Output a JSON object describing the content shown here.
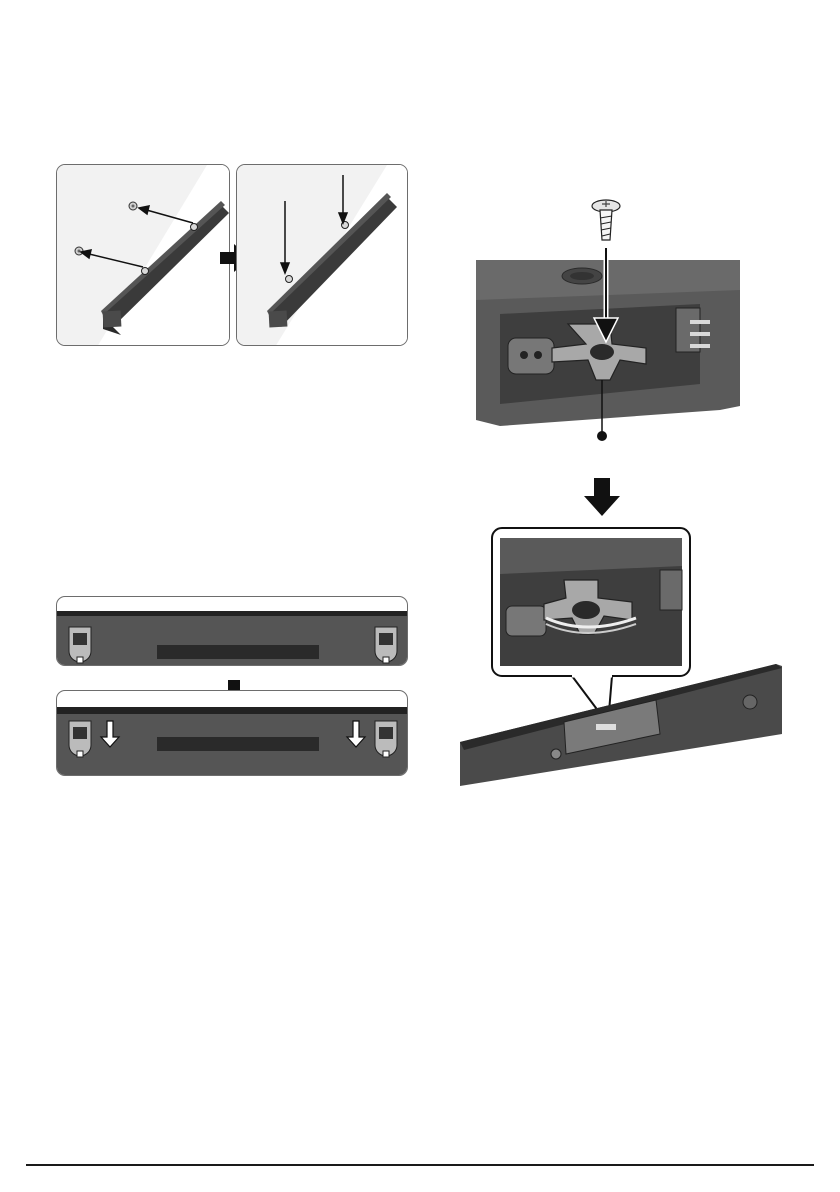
{
  "page": {
    "background": "#ffffff",
    "line_color": "#1a1a1a",
    "panel_border": "#6d6d6d",
    "soundbar_color": "#3a3a3a",
    "bracket_color": "#9b9b9b"
  },
  "figures": [
    {
      "id": "mount-soundbar-figure",
      "icons": [
        "screw-icon",
        "arrow-icon",
        "soundbar-icon"
      ]
    },
    {
      "id": "slide-brackets-figure",
      "icons": [
        "bracket-icon",
        "arrow-down-icon"
      ]
    },
    {
      "id": "cable-holder-figure",
      "icons": [
        "screw-icon",
        "cable-holder-icon",
        "magnifier-callout-icon"
      ]
    }
  ]
}
